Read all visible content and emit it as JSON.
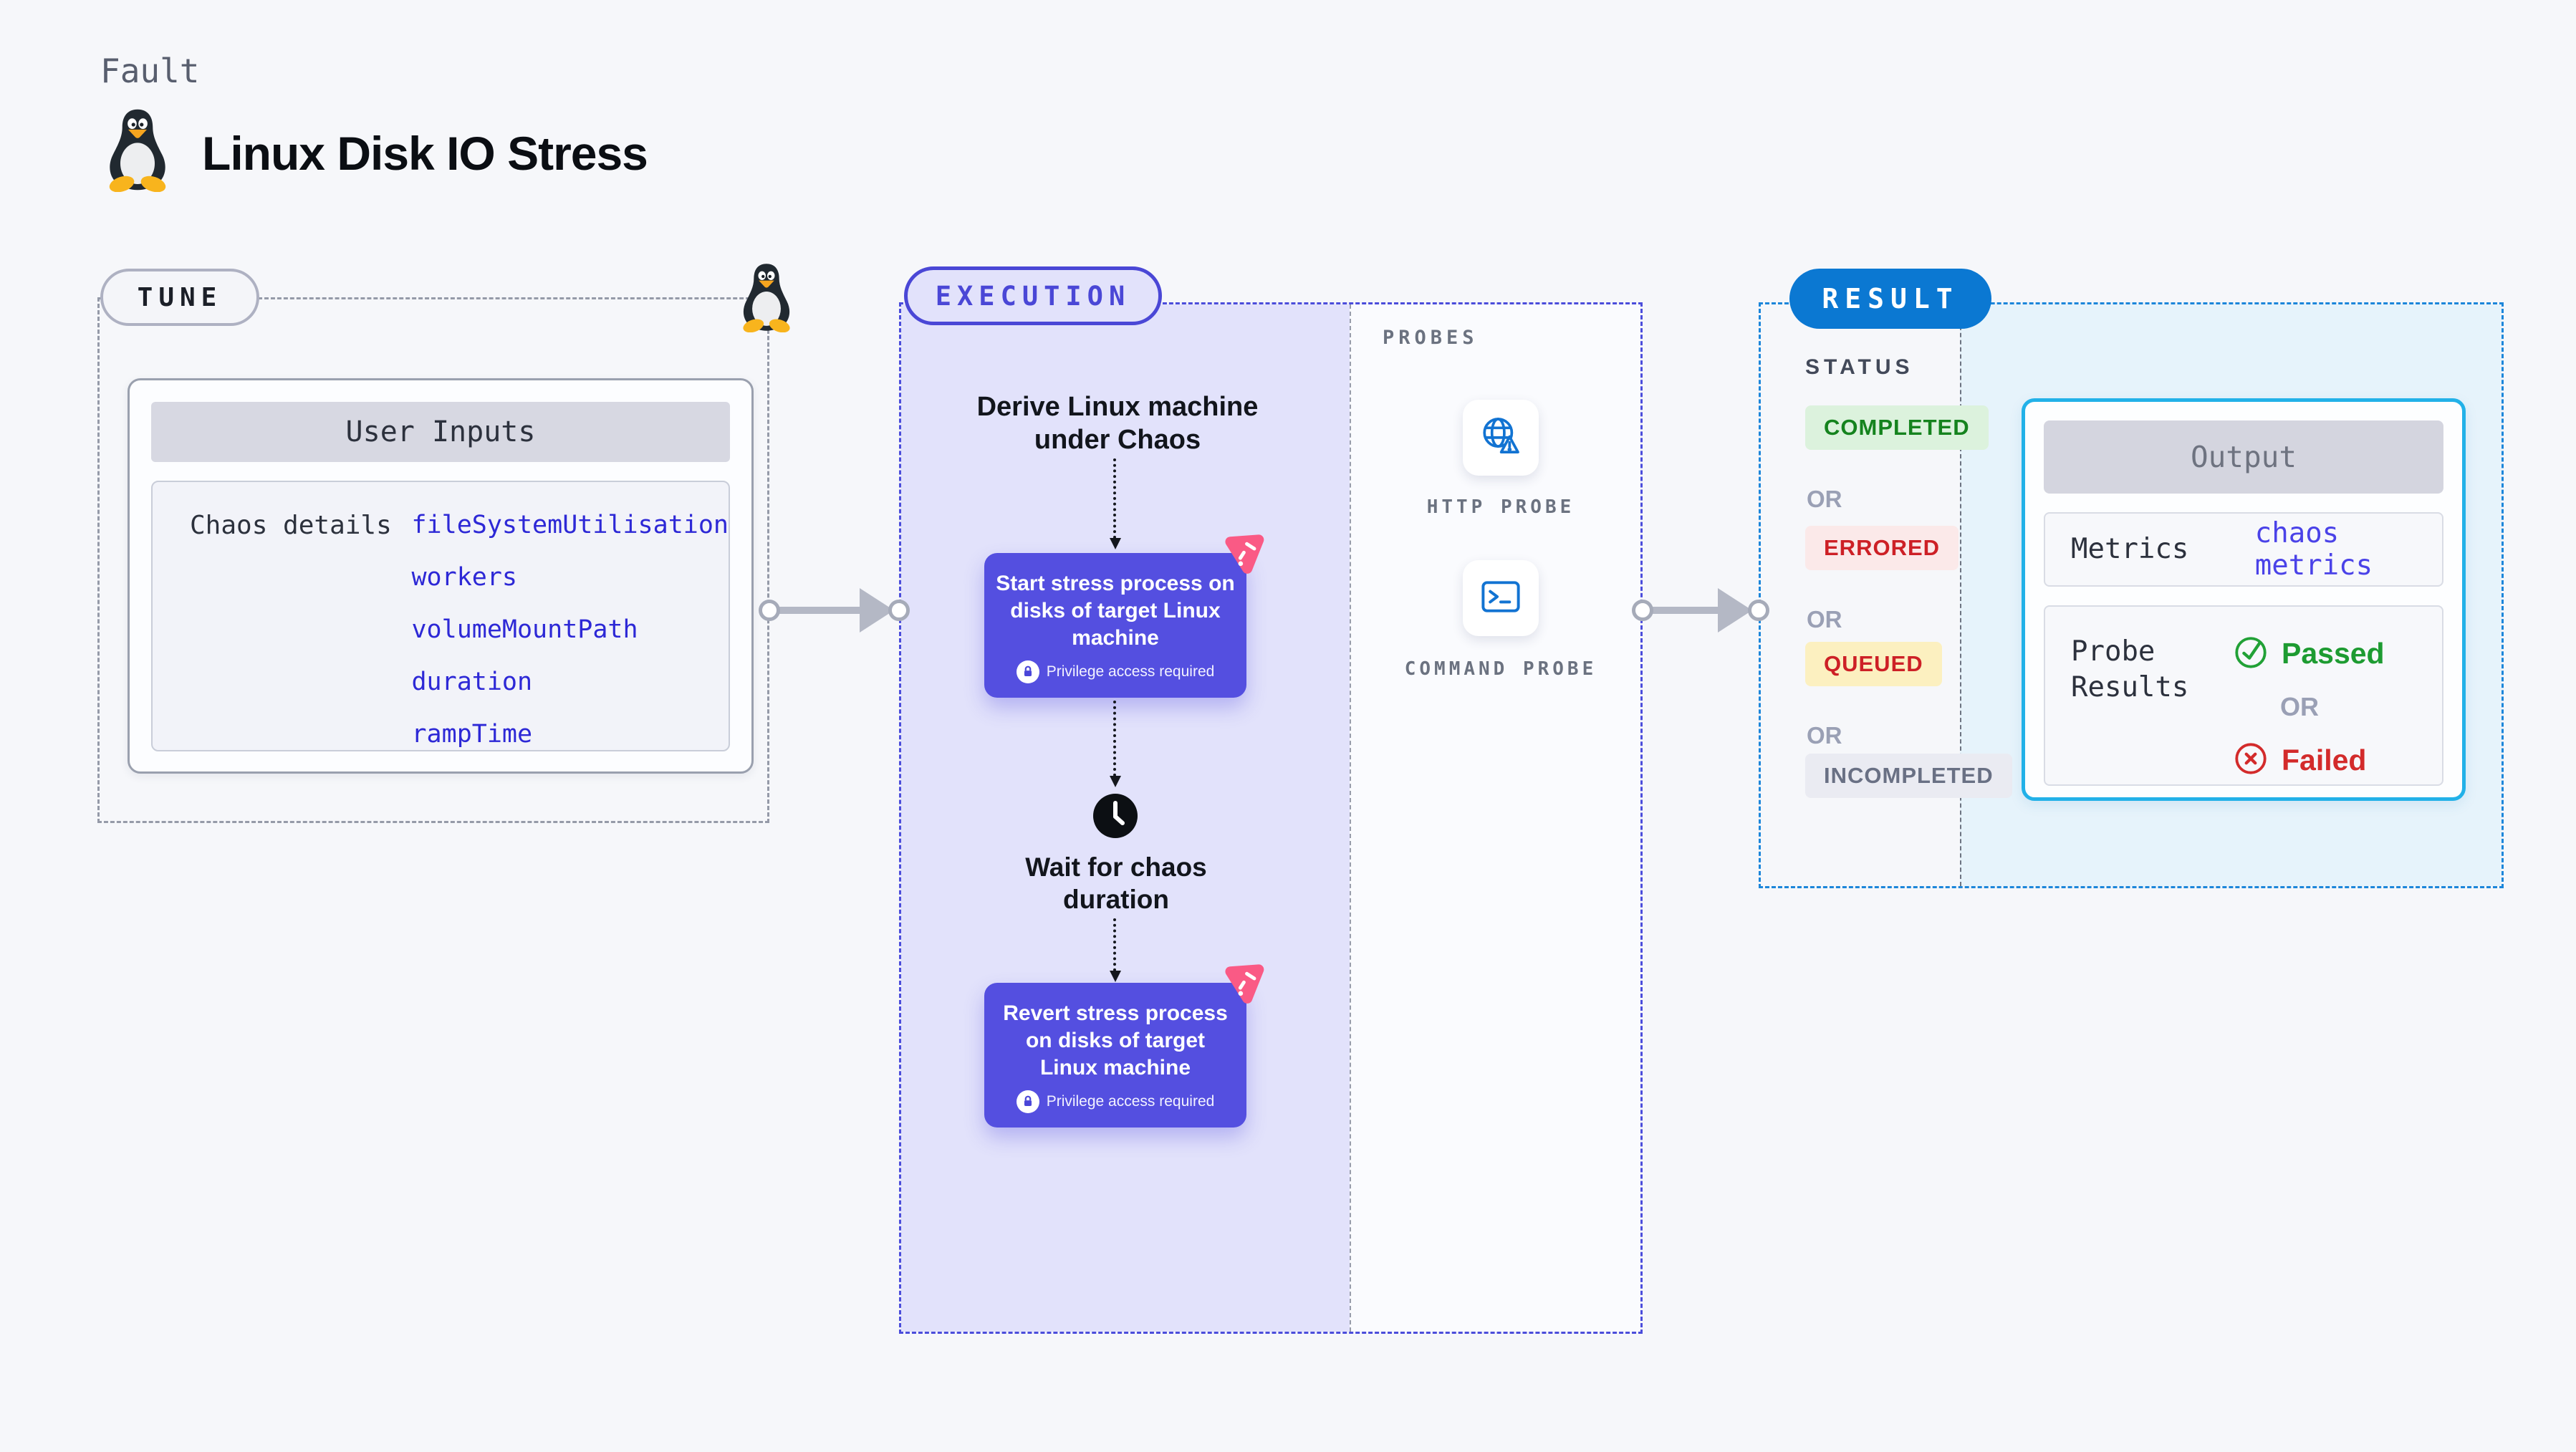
{
  "header": {
    "eyebrow": "Fault",
    "title": "Linux Disk IO Stress"
  },
  "tune": {
    "badge": "TUNE",
    "user_inputs": {
      "title": "User Inputs",
      "row_label": "Chaos details",
      "values": [
        "fileSystemUtilisation",
        "workers",
        "volumeMountPath",
        "duration",
        "rampTime"
      ]
    }
  },
  "execution": {
    "badge": "EXECUTION",
    "derive_label": "Derive Linux machine under Chaos",
    "start_label": "Start stress process on disks of target Linux machine",
    "privilege_label": "Privilege access required",
    "wait_label": "Wait for chaos duration",
    "revert_label": "Revert stress process on disks of target Linux machine",
    "probes": {
      "label": "PROBES",
      "http_label": "HTTP PROBE",
      "command_label": "COMMAND PROBE"
    }
  },
  "result": {
    "badge": "RESULT",
    "status_label": "STATUS",
    "or_label": "OR",
    "statuses": [
      {
        "label": "COMPLETED",
        "bg": "#dcf2dd",
        "fg": "#15831e"
      },
      {
        "label": "ERRORED",
        "bg": "#fbe9e9",
        "fg": "#cd2026"
      },
      {
        "label": "QUEUED",
        "bg": "#fcf0c0",
        "fg": "#cd2026"
      },
      {
        "label": "INCOMPLETED",
        "bg": "#eaebf2",
        "fg": "#697084"
      }
    ],
    "output": {
      "title": "Output",
      "metrics_label": "Metrics",
      "metrics_value": "chaos metrics",
      "probe_results_label": "Probe Results",
      "passed_label": "Passed",
      "or_label": "OR",
      "failed_label": "Failed",
      "passed_color": "#1d9b31",
      "failed_color": "#d32b2b"
    }
  },
  "colors": {
    "accent_indigo": "#4b4ddb",
    "node_indigo": "#544fe0",
    "result_blue": "#0b78d2",
    "output_border": "#22b1e8",
    "link_blue": "#2d28d6",
    "probe_icon_blue": "#1273d2",
    "chaos_pink": "#fa5a85"
  }
}
